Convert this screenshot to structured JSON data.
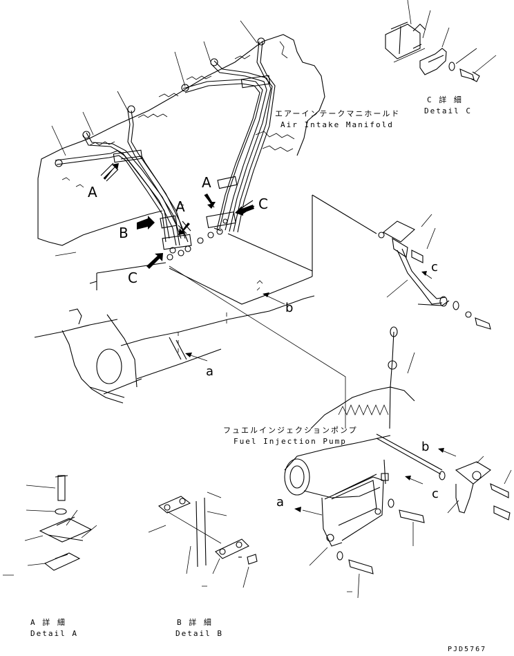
{
  "labels": {
    "air_intake_jp": "エアーインテークマニホールド",
    "air_intake_en": "Air Intake Manifold",
    "fuel_pump_jp": "フュエルインジェクションポンプ",
    "fuel_pump_en": "Fuel Injection Pump",
    "detail_c_jp": "C 詳 細",
    "detail_c_en": "Detail C",
    "detail_a_jp": "A 詳 細",
    "detail_a_en": "Detail A",
    "detail_b_jp": "B 詳 細",
    "detail_b_en": "Detail B",
    "part_code": "PJD5767"
  },
  "view_letters": {
    "a1": "A",
    "a2": "A",
    "a3": "A",
    "b1": "B",
    "c1": "C",
    "c2": "C",
    "small_a1": "a",
    "small_a2": "a",
    "small_b1": "b",
    "small_b2": "b",
    "small_c1": "c",
    "small_c2": "c"
  }
}
